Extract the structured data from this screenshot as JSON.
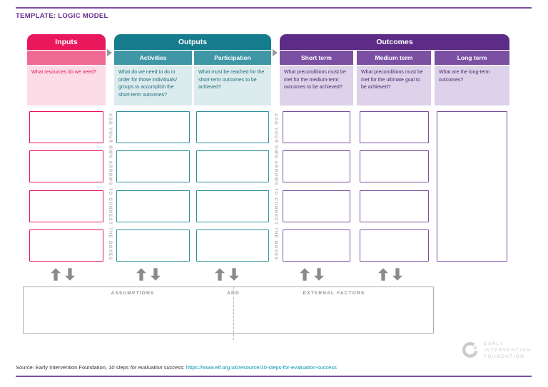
{
  "page": {
    "title": "TEMPLATE: LOGIC MODEL"
  },
  "columns": {
    "inputs": {
      "header": "Inputs",
      "question": "What resources do we need?"
    },
    "outputs": {
      "header": "Outputs",
      "sub": [
        {
          "label": "Activities",
          "question": "What do we need to do in order for those individuals/ groups to accomplish the short-term outcomes?"
        },
        {
          "label": "Participation",
          "question": "What must be reached for the short-term outcomes to be achieved?"
        }
      ]
    },
    "outcomes": {
      "header": "Outcomes",
      "sub": [
        {
          "label": "Short term",
          "question": "What preconditions must be met for the medium-term outcomes to be achieved?"
        },
        {
          "label": "Medium term",
          "question": "What preconditions must be met for the ultimate goal to be achieved?"
        },
        {
          "label": "Long term",
          "question": "What are the long-term outcomes?"
        }
      ]
    }
  },
  "gap_text": "ADD YOUR OWN ARROWS TO CONNECT THE BOXES",
  "bottom": {
    "assumptions": "ASSUMPTIONS",
    "and_label": "AND",
    "external": "EXTERNAL FACTORS"
  },
  "source": {
    "prefix": "Source: Early Intervention Foundation, ",
    "title_italic": "10 steps for evaluation success",
    "sep": ": ",
    "url": "https://www.eif.org.uk/resource/10-steps-for-evaluation-success"
  },
  "logo": {
    "lines": [
      "EARLY",
      "INTERVENTION",
      "FOUNDATION"
    ]
  },
  "icons": {
    "flow_arrow": "right-triangle",
    "up_arrow": "solid-up-arrow",
    "down_arrow": "solid-down-arrow",
    "logo_mark": "eif-ring"
  },
  "colors": {
    "pink": "#e9175c",
    "pink_mid": "#ef6a92",
    "pink_light": "#fbdce7",
    "teal": "#157c8d",
    "teal_mid": "#3f97a6",
    "teal_light": "#dcecee",
    "purple": "#5c2c86",
    "purple_mid": "#7b50a3",
    "purple_light": "#ddd2e9",
    "rule_purple": "#7c4ea3",
    "link_teal": "#0093b1",
    "gray": "#8f8f8f"
  }
}
